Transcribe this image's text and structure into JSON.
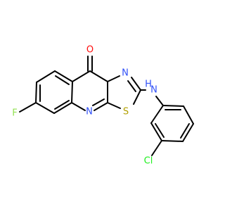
{
  "structure": {
    "atoms": {
      "oxygen": "O",
      "fluorine": "F",
      "chlorine": "Cl",
      "sulfur": "S",
      "n_ring_top": "N",
      "n_ring_right": "N",
      "n_ring_bottom": "N",
      "amine": "H",
      "amine_n": "N"
    }
  },
  "colors": {
    "bond": "#000000",
    "oxygen": "#ff0d0d",
    "nitrogen": "#3050f8",
    "fluorine": "#90e050",
    "chlorine": "#1ff01f",
    "sulfur": "#b2a000"
  }
}
